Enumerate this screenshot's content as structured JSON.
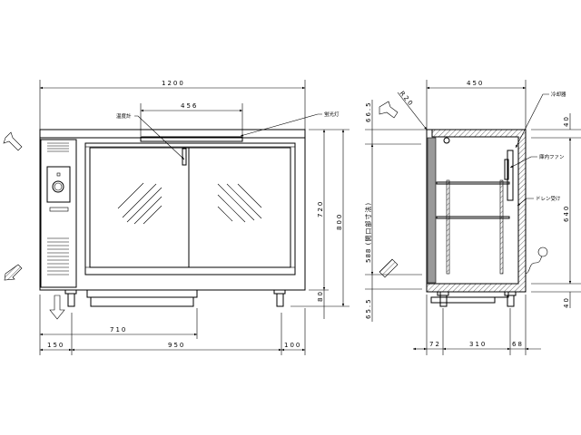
{
  "front_view": {
    "dimensions": {
      "overall_width": "1200",
      "lamp_width": "456",
      "body_height": "720",
      "total_height": "800",
      "leg_height": "80",
      "left_to_drain": "710",
      "left_offset": "150",
      "leg_span": "950",
      "right_offset": "100"
    },
    "labels": {
      "thermometer": "温度計",
      "fluorescent_lamp": "蛍光灯"
    }
  },
  "side_view": {
    "dimensions": {
      "depth": "450",
      "corner_radius": "R20",
      "top_offset": "66.5",
      "opening_height": "588 (開口部寸法)",
      "bottom_offset": "65.5",
      "top_thickness": "40",
      "inner_height": "640",
      "bottom_thickness": "40",
      "front_leg_offset": "72",
      "leg_depth_span": "310",
      "rear_leg_offset": "68"
    },
    "labels": {
      "evaporator": "冷却器",
      "interior_fan": "庫内ファン",
      "drain_pan": "ドレン受け"
    }
  }
}
